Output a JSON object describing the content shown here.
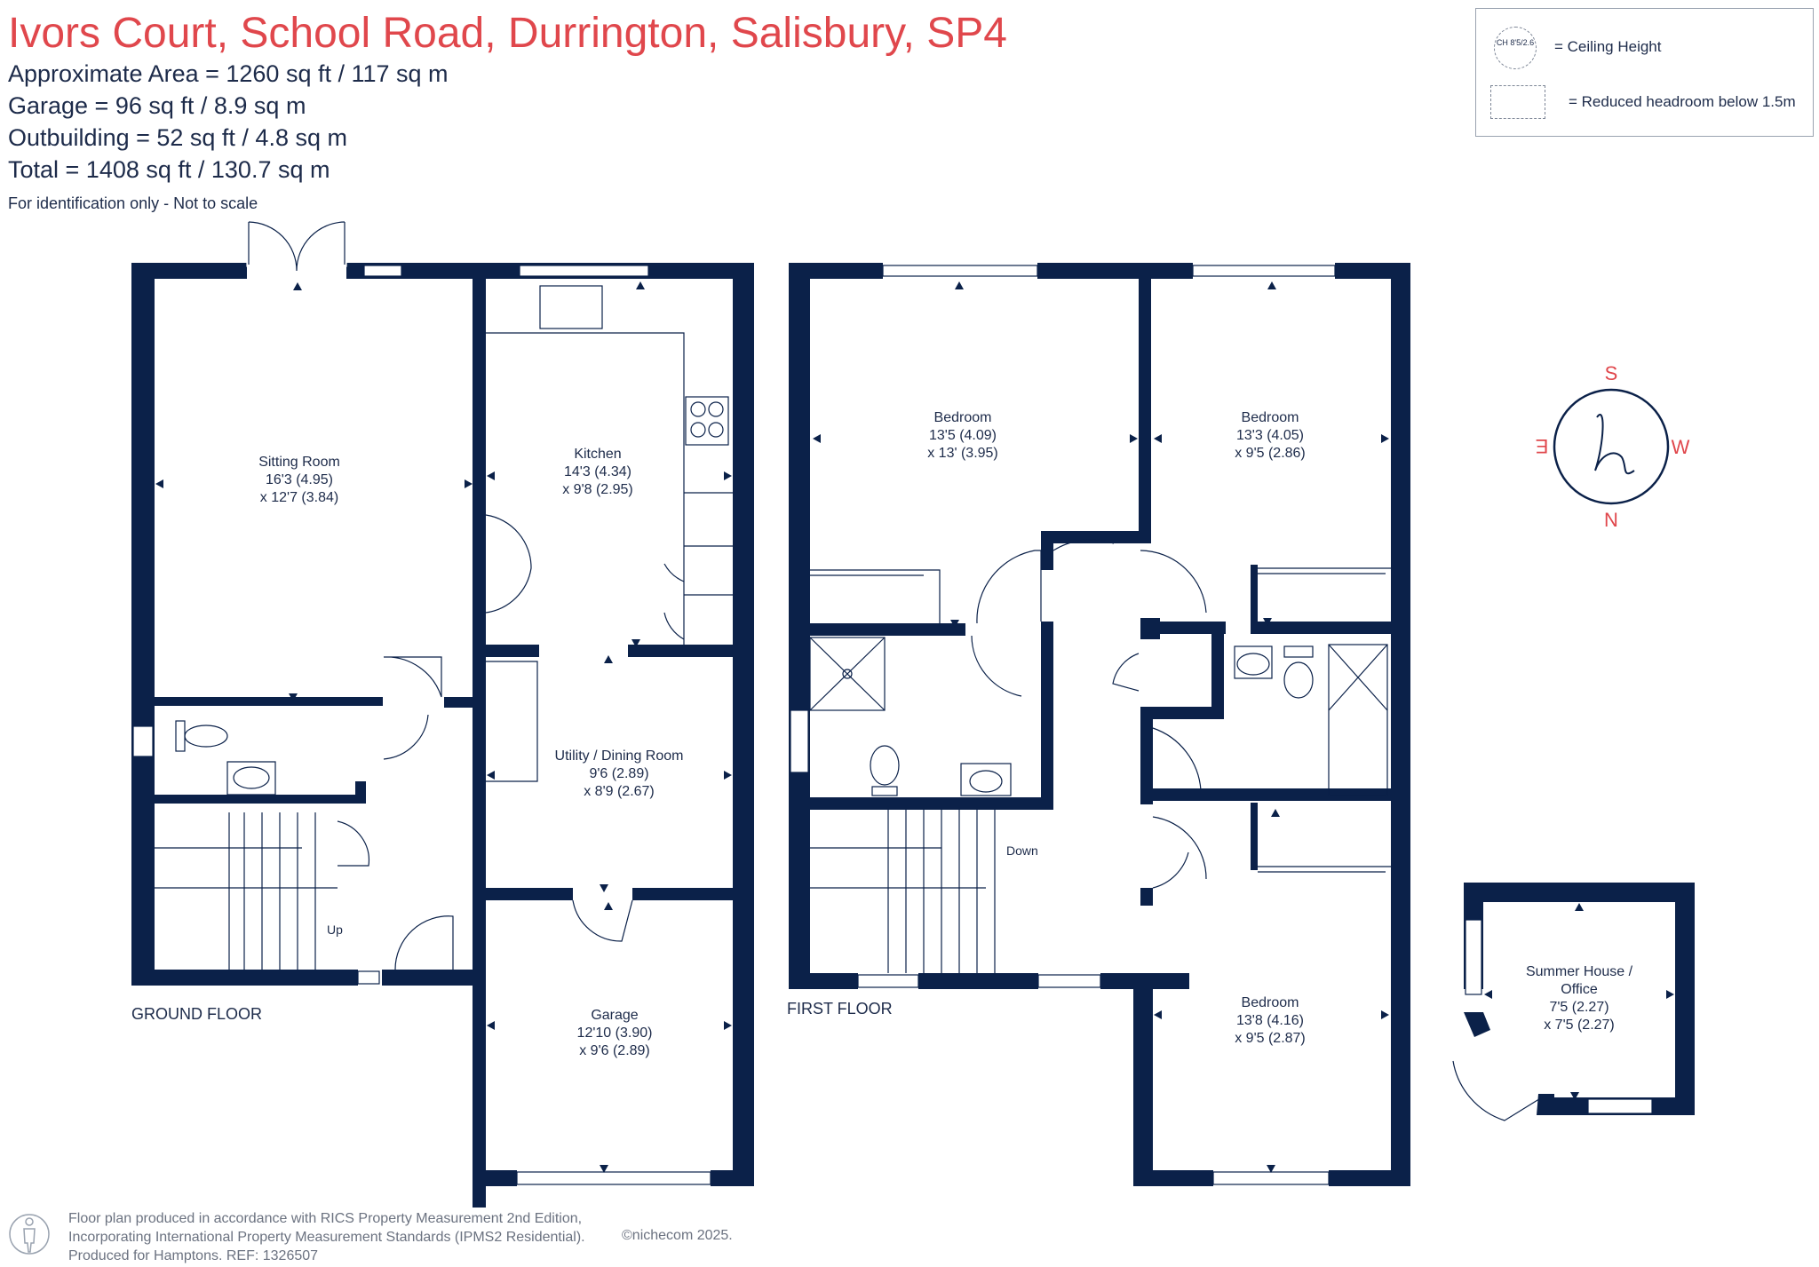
{
  "header": {
    "title": "Ivors Court, School Road, Durrington, Salisbury, SP4",
    "areas": [
      "Approximate Area = 1260 sq ft / 117 sq m",
      "Garage = 96 sq ft / 8.9 sq m",
      "Outbuilding = 52 sq ft / 4.8 sq m",
      "Total = 1408 sq ft / 130.7 sq m"
    ],
    "note": "For identification only - Not to scale"
  },
  "legend": {
    "ceiling_symbol": "CH 8'5/2.6",
    "ceiling_label": "= Ceiling Height",
    "headroom_label": "= Reduced headroom below 1.5m"
  },
  "compass": {
    "s": "S",
    "w": "W",
    "n": "N",
    "e": "E"
  },
  "ground_floor": {
    "label": "GROUND FLOOR",
    "rooms": [
      {
        "name": "Sitting Room",
        "dim1": "16'3 (4.95)",
        "dim2": "x 12'7 (3.84)"
      },
      {
        "name": "Kitchen",
        "dim1": "14'3 (4.34)",
        "dim2": "x 9'8 (2.95)"
      },
      {
        "name": "Utility / Dining Room",
        "dim1": "9'6 (2.89)",
        "dim2": "x 8'9 (2.67)"
      },
      {
        "name": "Garage",
        "dim1": "12'10 (3.90)",
        "dim2": "x 9'6 (2.89)"
      }
    ],
    "stairs_label": "Up"
  },
  "first_floor": {
    "label": "FIRST FLOOR",
    "rooms": [
      {
        "name": "Bedroom",
        "dim1": "13'5 (4.09)",
        "dim2": "x 13' (3.95)"
      },
      {
        "name": "Bedroom",
        "dim1": "13'3 (4.05)",
        "dim2": "x 9'5 (2.86)"
      },
      {
        "name": "Bedroom",
        "dim1": "13'8 (4.16)",
        "dim2": "x 9'5 (2.87)"
      }
    ],
    "stairs_label": "Down"
  },
  "outbuilding": {
    "name_line1": "Summer House /",
    "name_line2": "Office",
    "dim1": "7'5 (2.27)",
    "dim2": "x 7'5 (2.27)"
  },
  "footer": {
    "line1": "Floor plan produced in accordance with RICS Property Measurement 2nd Edition,",
    "line2": "Incorporating International Property Measurement Standards (IPMS2 Residential).",
    "line3": "Produced for Hamptons.  REF:  1326507",
    "brand": "©nichecom 2025."
  },
  "colors": {
    "title": "#e0474c",
    "wall": "#0b2149",
    "text": "#1d2b4a"
  }
}
